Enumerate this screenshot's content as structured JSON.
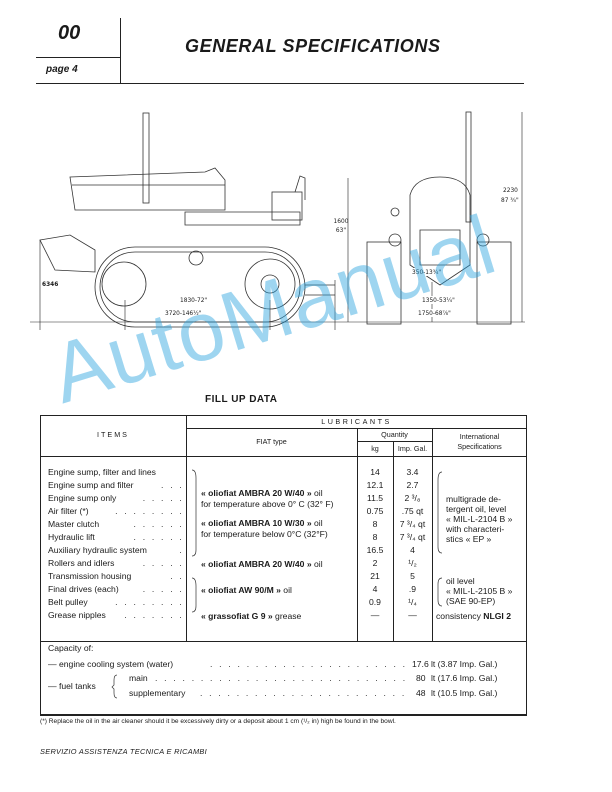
{
  "header": {
    "section": "00",
    "page": "page 4",
    "title": "GENERAL SPECIFICATIONS"
  },
  "drawing": {
    "figure_no": "6346",
    "height_seat": "1600",
    "height_seat_in": "63\"",
    "height_total": "2230",
    "height_total_in": "87 ¾\"",
    "ground_clearance": "350-13¾\"",
    "track_gauge": "1350-53¼\"",
    "overall_width": "1750-68⅞\"",
    "track_length": "1830-72\"",
    "overall_length": "3720-146½\""
  },
  "fill_up": {
    "title": "FILL UP DATA",
    "headers": {
      "items": "ITEMS",
      "lubricants": "LUBRICANTS",
      "fiat_type": "FIAT type",
      "quantity": "Quantity",
      "kg": "kg",
      "imp_gal": "Imp. Gal.",
      "intl": [
        "International",
        "Specifications"
      ]
    },
    "rows": [
      {
        "item": "Engine sump, filter and lines",
        "dots": "",
        "kg": "14",
        "gal": "3.4"
      },
      {
        "item": "Engine sump and filter",
        "dots": ". . .",
        "kg": "12.1",
        "gal": "2.7"
      },
      {
        "item": "Engine sump only",
        "dots": ". . . . .",
        "kg": "11.5",
        "gal": "2 ³/₈"
      },
      {
        "item": "Air filter (*)",
        "dots": ". . . . . . . .",
        "kg": "0.75",
        "gal": ".75 qt"
      },
      {
        "item": "Master clutch",
        "dots": ". . . . . .",
        "kg": "8",
        "gal": "7 ³/₄ qt"
      },
      {
        "item": "Hydraulic lift",
        "dots": ". . . . . .",
        "kg": "8",
        "gal": "7 ³/₄ qt"
      },
      {
        "item": "Auxiliary hydraulic system",
        "dots": ".",
        "kg": "16.5",
        "gal": "4"
      },
      {
        "item": "Rollers and idlers",
        "dots": ". . . . .",
        "kg": "2",
        "gal": "¹/₂"
      },
      {
        "item": "Transmission housing",
        "dots": ". .",
        "kg": "21",
        "gal": "5"
      },
      {
        "item": "Final drives (each)",
        "dots": ". . . . .",
        "kg": "4",
        "gal": ".9"
      },
      {
        "item": "Belt pulley",
        "dots": ". . . . . . . .",
        "kg": "0.9",
        "gal": "¹/₄"
      },
      {
        "item": "Grease nipples",
        "dots": ". . . . . . .",
        "kg": "—",
        "gal": "—"
      }
    ],
    "fiat_types": [
      {
        "name": "« oliofiat AMBRA 20 W/40 »",
        "suffix": " oil",
        "note": "for temperature above 0° C (32° F)"
      },
      {
        "name": "« oliofiat AMBRA 10 W/30 »",
        "suffix": " oil",
        "note": "for temperature below 0°C (32°F)"
      },
      {
        "name": "« oliofiat AMBRA 20 W/40 »",
        "suffix": " oil"
      },
      {
        "name": "« oliofiat AW 90/M »",
        "suffix": " oil"
      },
      {
        "name": "« grassofiat G 9 »",
        "suffix": " grease"
      }
    ],
    "intl_specs": {
      "engine": [
        "multigrade de-",
        "tergent oil, level",
        "« MIL-L-2104 B »",
        "with characteri-",
        "stics « EP »"
      ],
      "gear": [
        "oil level",
        "« MIL-L-2105 B »",
        "(SAE 90-EP)"
      ],
      "grease_prefix": "consistency ",
      "grease_bold": "NLGI 2"
    },
    "capacity": {
      "title": "Capacity of:",
      "cooling": {
        "label": "— engine cooling system (water)",
        "value": "17.6",
        "unit": "lt (3.87 Imp. Gal.)"
      },
      "fuel_label": "— fuel tanks",
      "main": {
        "label": "main",
        "value": "80",
        "unit": "lt (17.6 Imp. Gal.)"
      },
      "supplementary": {
        "label": "supplementary",
        "value": "48",
        "unit": "lt (10.5 Imp. Gal.)"
      }
    }
  },
  "footnote": "(*) Replace the oil in the air cleaner should it be excessively dirty or a deposit about 1 cm (¹/₂ in) high be found in the bowl.",
  "footer": "SERVIZIO ASSISTENZA TECNICA E RICAMBI",
  "watermark": "AutoManual",
  "colors": {
    "ink": "#1a1a1a",
    "watermark": "#29a3e0"
  }
}
